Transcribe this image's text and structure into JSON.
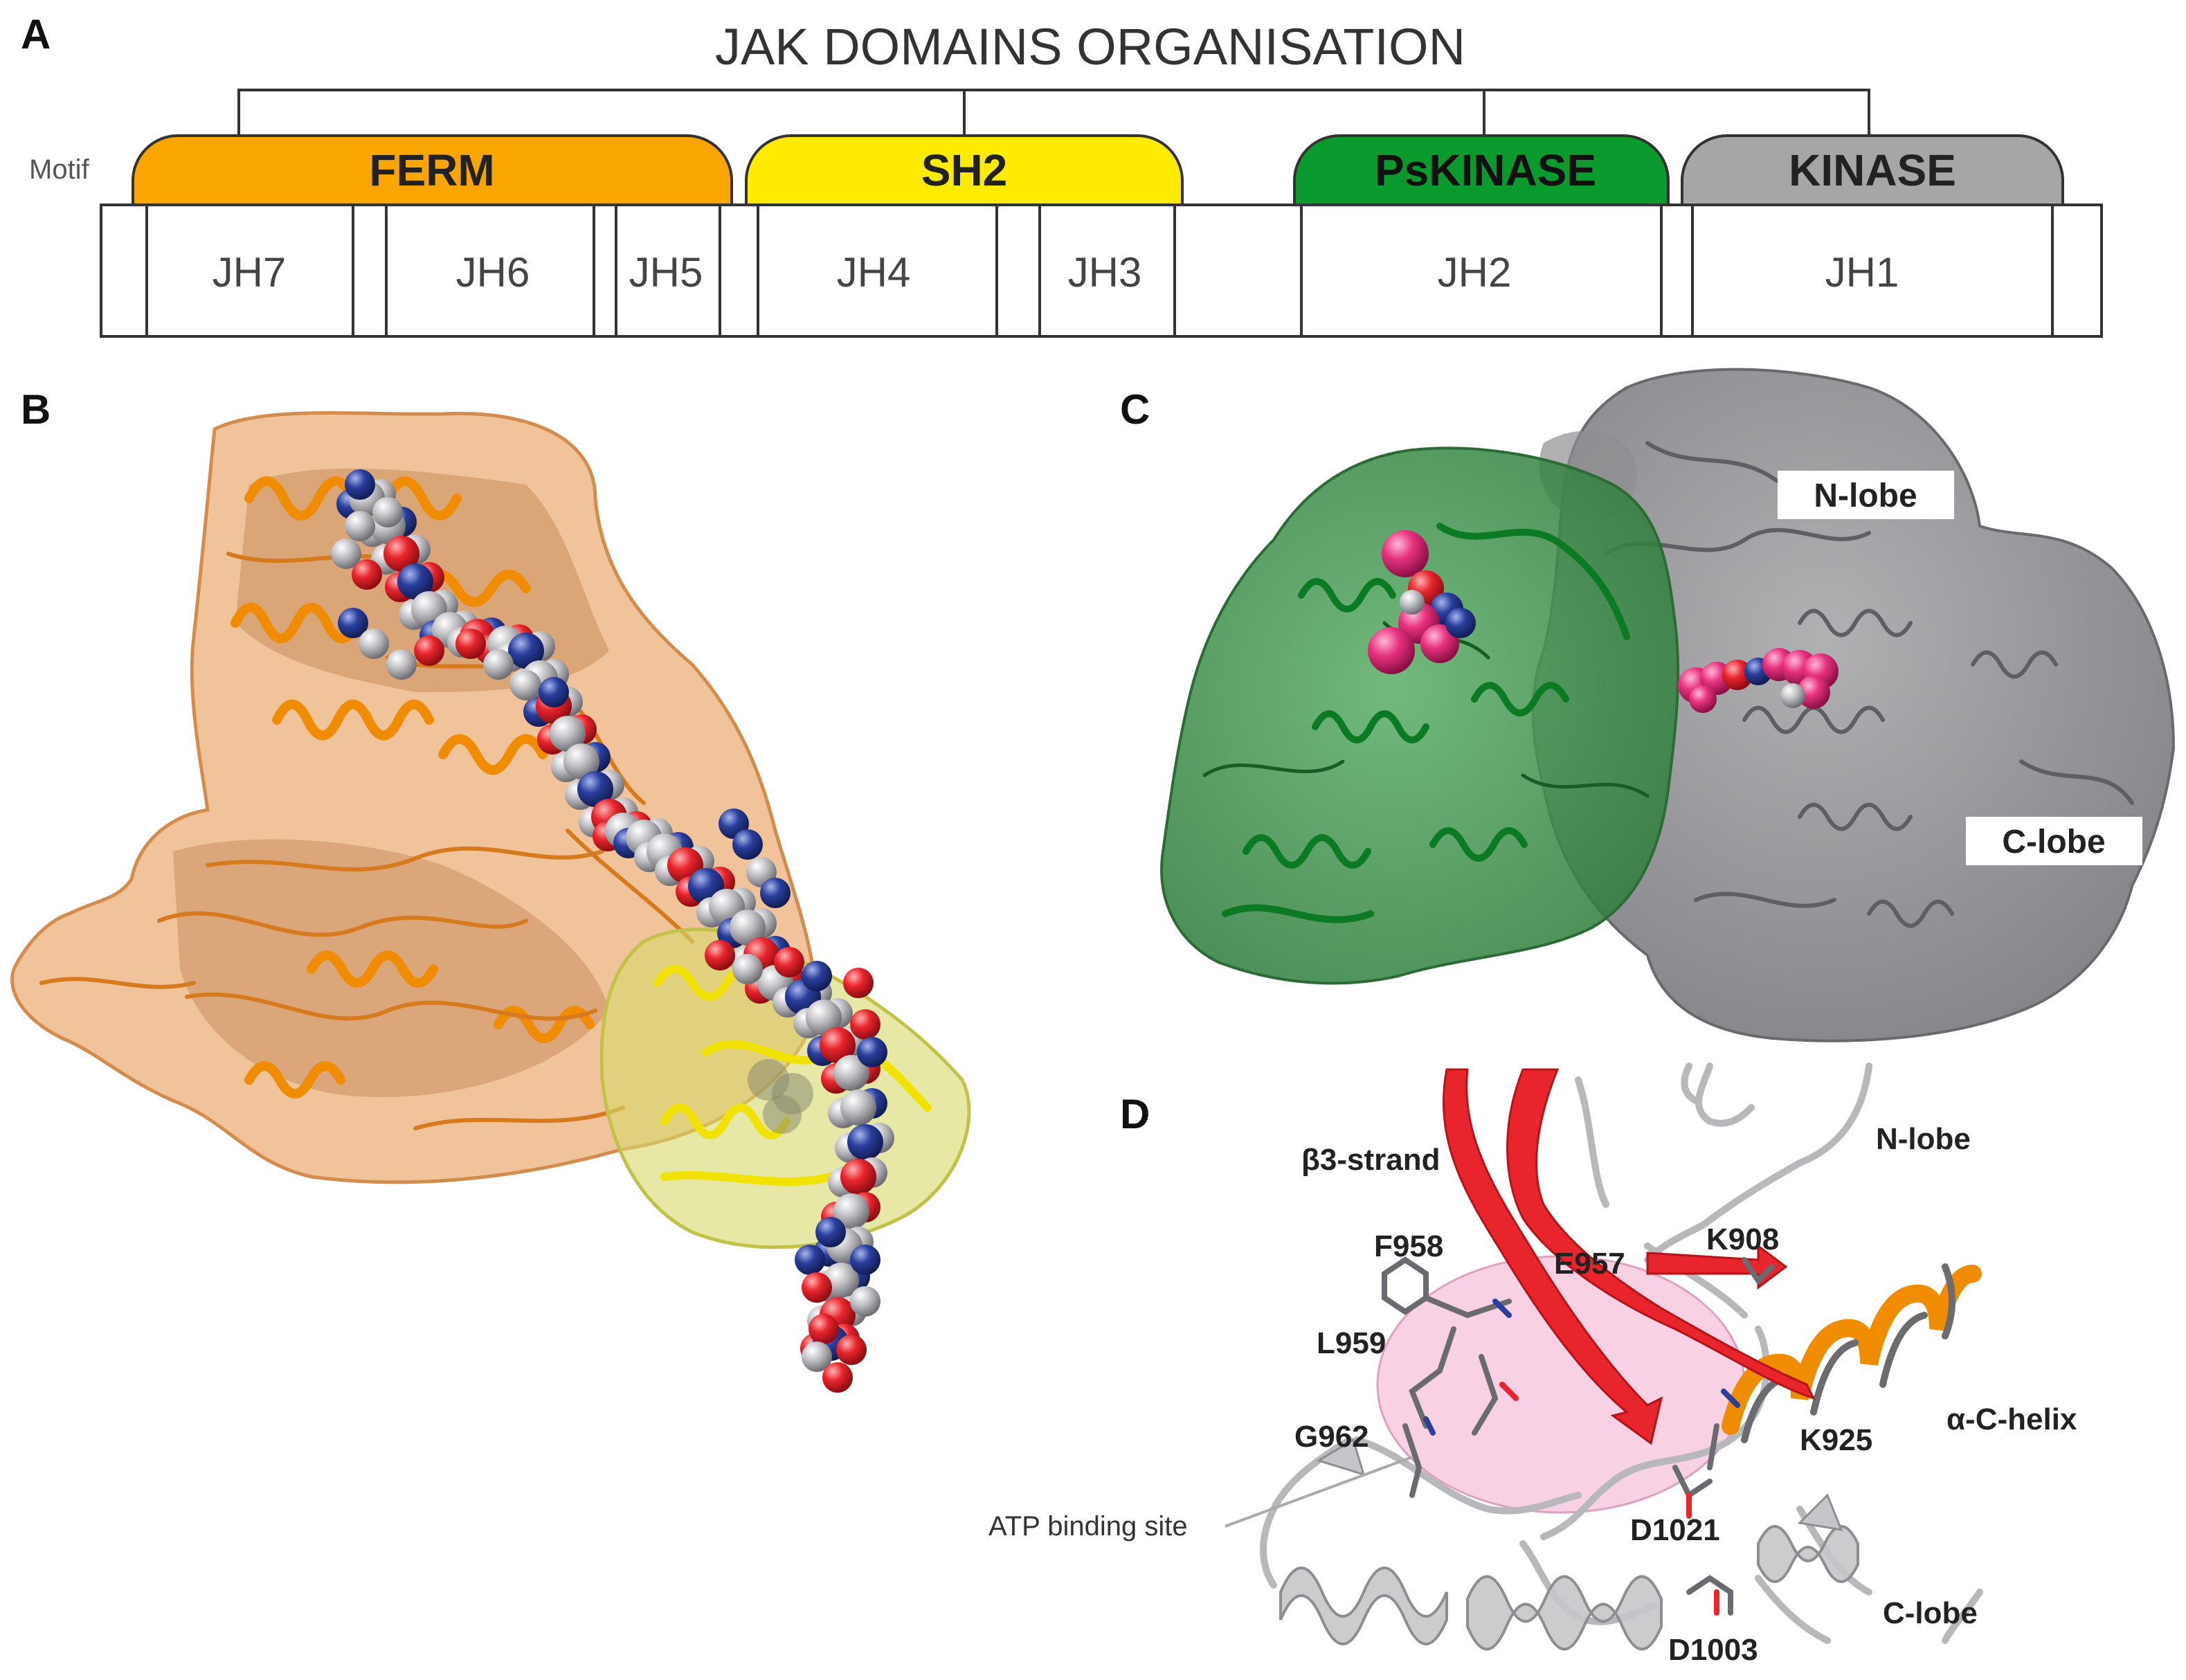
{
  "panel_a": {
    "letter": "A",
    "title": "JAK DOMAINS ORGANISATION",
    "motif_label": "Motif",
    "domains": [
      {
        "label": "FERM",
        "color": "#F9A602"
      },
      {
        "label": "SH2",
        "color": "#FFEB00"
      },
      {
        "label": "PsKINASE",
        "color": "#0A9A2E"
      },
      {
        "label": "KINASE",
        "color": "#A6A6A6"
      }
    ],
    "jh_regions": [
      "JH7",
      "JH6",
      "JH5",
      "JH4",
      "JH3",
      "JH2",
      "JH1"
    ]
  },
  "panel_b": {
    "letter": "B"
  },
  "panel_c": {
    "letter": "C",
    "labels": {
      "n_lobe": "N-lobe",
      "c_lobe": "C-lobe"
    }
  },
  "panel_d": {
    "letter": "D",
    "labels": {
      "b3": "β3-strand",
      "n_lobe": "N-lobe",
      "f958": "F958",
      "e957": "E957",
      "k908": "K908",
      "l959": "L959",
      "g962": "G962",
      "ac_helix": "α-C-helix",
      "k925": "K925",
      "atp": "ATP binding site",
      "d1021": "D1021",
      "c_lobe": "C-lobe",
      "d1003": "D1003"
    }
  },
  "colors": {
    "ferm": "#F9A602",
    "sh2": "#FFEB00",
    "pskinase": "#0A9A2E",
    "kinase": "#A6A6A6",
    "strand_red": "#E8242C",
    "helix_orange": "#F08C00",
    "atp_pink": "#F7C6DD",
    "atom_red": "#E8252D",
    "atom_blue": "#2A3E9C",
    "atom_grey": "#C4C4C8",
    "ligand_magenta": "#E8327F"
  }
}
